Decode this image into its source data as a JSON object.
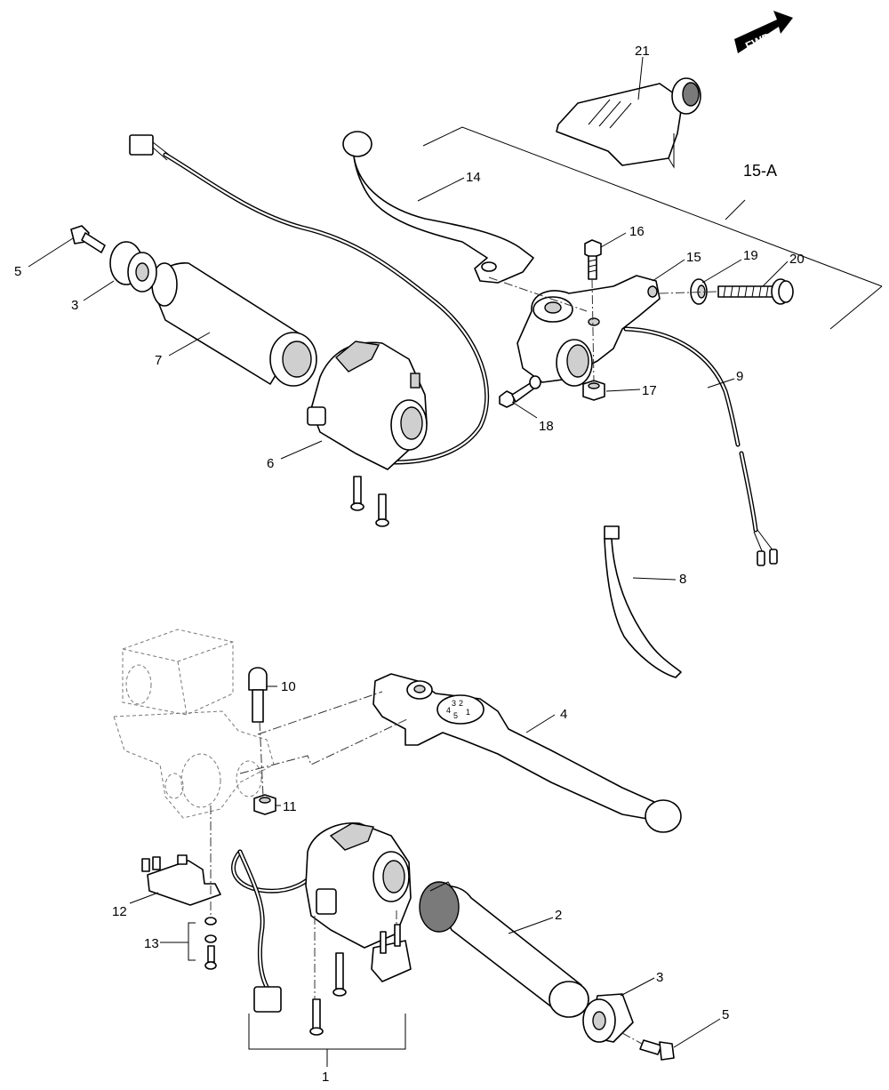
{
  "direction_badge": "FWD",
  "section_ref": "15-A",
  "callouts": [
    {
      "id": "c21",
      "label": "21"
    },
    {
      "id": "c14",
      "label": "14"
    },
    {
      "id": "c16",
      "label": "16"
    },
    {
      "id": "c15",
      "label": "15"
    },
    {
      "id": "c19",
      "label": "19"
    },
    {
      "id": "c20",
      "label": "20"
    },
    {
      "id": "c5a",
      "label": "5"
    },
    {
      "id": "c3a",
      "label": "3"
    },
    {
      "id": "c7",
      "label": "7"
    },
    {
      "id": "c9",
      "label": "9"
    },
    {
      "id": "c17",
      "label": "17"
    },
    {
      "id": "c18",
      "label": "18"
    },
    {
      "id": "c6",
      "label": "6"
    },
    {
      "id": "c8",
      "label": "8"
    },
    {
      "id": "c10",
      "label": "10"
    },
    {
      "id": "c4",
      "label": "4"
    },
    {
      "id": "c11",
      "label": "11"
    },
    {
      "id": "c2",
      "label": "2"
    },
    {
      "id": "c12",
      "label": "12"
    },
    {
      "id": "c13",
      "label": "13"
    },
    {
      "id": "c3b",
      "label": "3"
    },
    {
      "id": "c5b",
      "label": "5"
    },
    {
      "id": "c1",
      "label": "1"
    }
  ],
  "adjuster_dial_marks": [
    "1",
    "2",
    "3",
    "4",
    "5"
  ]
}
